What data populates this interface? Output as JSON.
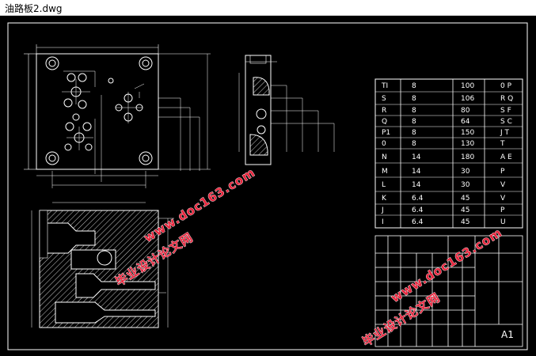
{
  "window": {
    "title": "油路板2.dwg"
  },
  "table": {
    "rows": [
      [
        "TI",
        "8",
        "100",
        "0 P"
      ],
      [
        "S",
        "8",
        "106",
        "R Q"
      ],
      [
        "R",
        "8",
        "80",
        "S F"
      ],
      [
        "Q",
        "8",
        "64",
        "S C"
      ],
      [
        "P1",
        "8",
        "150",
        "J T"
      ],
      [
        "0",
        "8",
        "130",
        "T"
      ],
      [
        "N",
        "14",
        "180",
        "A E"
      ],
      [
        "M",
        "14",
        "30",
        "P"
      ],
      [
        "L",
        "14",
        "30",
        "V"
      ],
      [
        "K",
        "6.4",
        "45",
        "V"
      ],
      [
        "J",
        "6.4",
        "45",
        "P"
      ],
      [
        "I",
        "6.4",
        "45",
        "U"
      ]
    ],
    "sheet_size": "A1"
  },
  "watermarks": {
    "url": "www.doc163.com",
    "site": "毕业设计论文网"
  },
  "colors": {
    "line": "#ffffff",
    "watermark": "#e8243c",
    "background": "#000000"
  }
}
